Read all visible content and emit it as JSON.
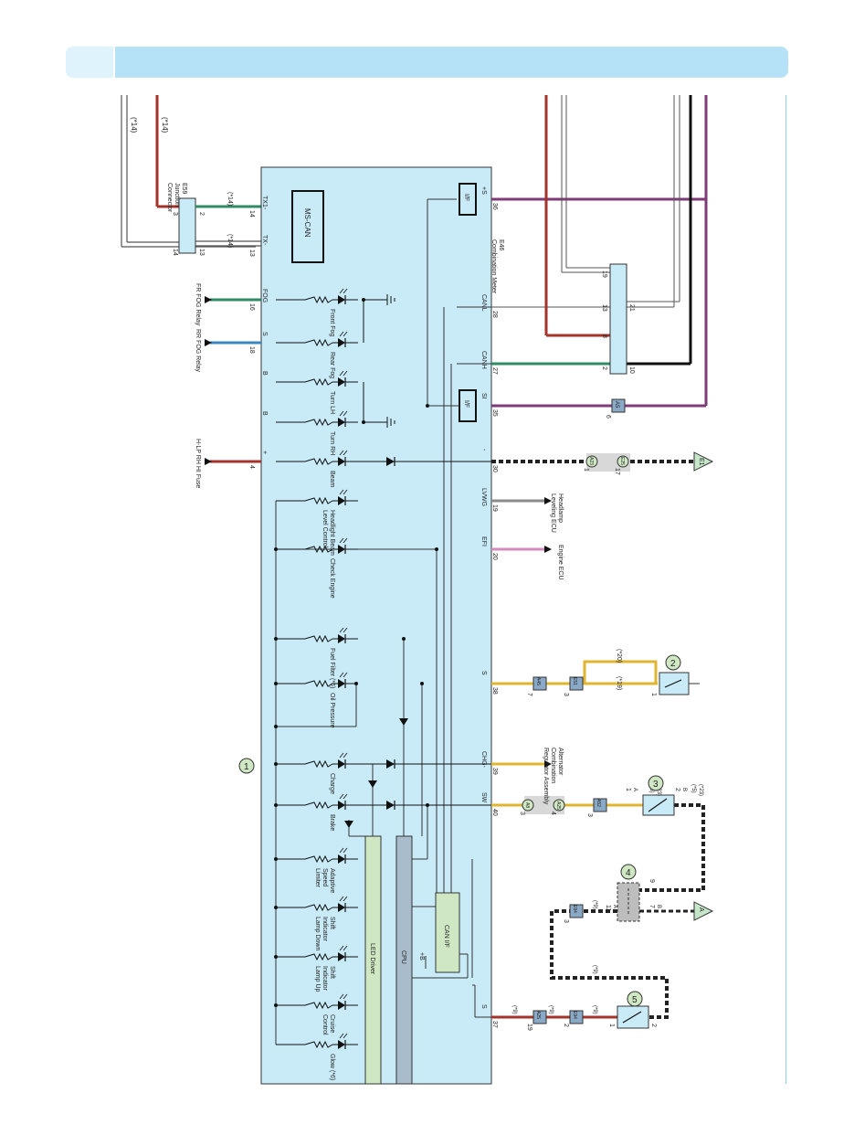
{
  "colors": {
    "module_fill": "#c9ebf8",
    "header_bar": "#b5e2f7",
    "wire_red": "#a6332a",
    "wire_purple": "#7d3b78",
    "wire_green": "#2e8b63",
    "wire_blue": "#3b87c2",
    "wire_yellow": "#e0b631",
    "wire_gray": "#8a8a8a",
    "wire_pink": "#d58bbd",
    "wire_black": "#222222",
    "led_driver_fill": "#cfe8c3",
    "cpu_fill": "#a9bccb",
    "ground_symbol": "#c5e6c9"
  },
  "module": {
    "callout": "1",
    "ms_can": "MS-CAN",
    "can_if": "CAN I/F",
    "cpu": "CPU",
    "led_driver": "LED Driver",
    "if_top": "I/F",
    "if_mid": "I/F",
    "plus_b": "+B",
    "name": "E46\nCombination Meter"
  },
  "connector_e59": {
    "title": "E59\nJunction\nConnector",
    "pins": [
      "3",
      "2",
      "14",
      "13"
    ]
  },
  "top_wires": {
    "note1": "(*14)",
    "note2": "(*14)",
    "note_tx1": "(*14)",
    "note_tx": "(*14)"
  },
  "left_terminals": [
    {
      "pin": "14",
      "name": "TX1-"
    },
    {
      "pin": "13",
      "name": "TX-"
    },
    {
      "pin": "16",
      "name": "FOG"
    },
    {
      "pin": "18",
      "name": "S"
    },
    {
      "pin": "",
      "name": "B"
    },
    {
      "pin": "",
      "name": "B"
    },
    {
      "pin": "4",
      "name": "+"
    }
  ],
  "left_ext": {
    "fr_fog": "FR FOG Relay",
    "rr_fog": "RR FOG Relay",
    "hlp": "H-LP RH HI Fuse"
  },
  "leds": [
    {
      "label": "Front Fog"
    },
    {
      "label": "Rear Fog"
    },
    {
      "label": "Turn LH"
    },
    {
      "label": "Turn RH"
    },
    {
      "label": "Beam"
    },
    {
      "label": "Headlight Beam\nLevel Control"
    },
    {
      "label": "Check Engine"
    },
    {
      "label": "Fuel Filter (*6)"
    },
    {
      "label": "Oil Pressure"
    },
    {
      "label": "Charge"
    },
    {
      "label": "Brake"
    },
    {
      "label": "Adaptive\nSpeed\nLimiter"
    },
    {
      "label": "Shift\nIndicator\nLamp Down"
    },
    {
      "label": "Shift\nIndicator\nLamp Up"
    },
    {
      "label": "Cruise\nControl"
    },
    {
      "label": "Glow (*6)"
    }
  ],
  "right_terminals": [
    {
      "pin": "36",
      "name": "+S"
    },
    {
      "pin": "28",
      "name": "CANL"
    },
    {
      "pin": "27",
      "name": "CANH"
    },
    {
      "pin": "35",
      "name": "SI"
    },
    {
      "pin": "30",
      "name": "-"
    },
    {
      "pin": "19",
      "name": "LVWG"
    },
    {
      "pin": "20",
      "name": "EFI"
    },
    {
      "pin": "38",
      "name": "S"
    },
    {
      "pin": "39",
      "name": "CHG-"
    },
    {
      "pin": "40",
      "name": "SW"
    },
    {
      "pin": "37",
      "name": "S"
    }
  ],
  "right_ext": {
    "headlamp": "Headlamp\nLeveling ECU",
    "engine": "Engine ECU",
    "alternator": "Alternator\nCombination\nRegulator Assembly"
  },
  "junction_block": {
    "pins_left": [
      "19",
      "13",
      "8",
      "2"
    ],
    "pins_right": [
      "21",
      "10"
    ]
  },
  "inline": {
    "a5": {
      "id": "A5",
      "pin": "6"
    },
    "ground_e1": {
      "label": "E1",
      "pin_a": "1",
      "pin_b": "17",
      "c1": "A23",
      "c2": "E25"
    },
    "oil": {
      "pin_a": "7",
      "c_a": "A45",
      "pin_b": "3",
      "c_b": "E51",
      "note_a": "(*20)",
      "note_b": "(*19)",
      "pin_sw": "1"
    },
    "brake": {
      "pin_a": "3",
      "c_a": "A8",
      "pin_b": "4",
      "c_b": "A25",
      "pin_c": "3",
      "c_c": "A52"
    },
    "sw3": {
      "pins": [
        "1",
        "2"
      ],
      "cl": [
        "A",
        "B"
      ],
      "notes": [
        "(*5)",
        "(*23)",
        "(*5)",
        "(*23)"
      ]
    },
    "sw4": {
      "pins": [
        "9",
        "11",
        "7"
      ],
      "cl": [
        "A",
        "B"
      ]
    },
    "ground_a": {
      "label": "A"
    },
    "s37": {
      "pin1": "19",
      "c1": "A25",
      "pin2": "2",
      "c2": "E94",
      "pin3": "1",
      "pin4": "2",
      "pin5": "3",
      "c5": "E94"
    },
    "notes_g": [
      "(*9)",
      "(*9)",
      "(*9)",
      "(*9)",
      "(*9)"
    ]
  },
  "callouts": [
    "2",
    "3",
    "4",
    "5"
  ]
}
